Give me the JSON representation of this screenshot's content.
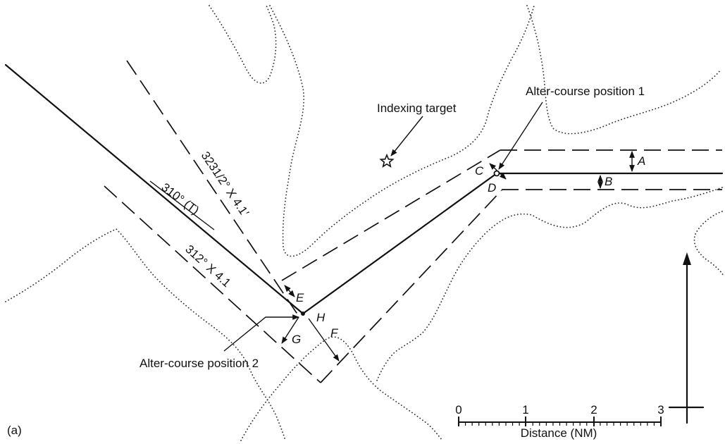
{
  "panel_label": "(a)",
  "labels": {
    "alter_course_1": "Alter-course position 1",
    "alter_course_2": "Alter-course position 2",
    "indexing_target": "Indexing target"
  },
  "course_labels": {
    "track_dashed": "3231/2° X 4.1′",
    "track_lower": "312° X 4.1",
    "true_course": "310° (T)"
  },
  "distance_letters": {
    "A": "A",
    "B": "B",
    "C": "C",
    "D": "D",
    "E": "E",
    "F": "F",
    "G": "G",
    "H": "H"
  },
  "scale_bar": {
    "title": "Distance (NM)",
    "ticks": [
      "0",
      "1",
      "2",
      "3"
    ]
  },
  "icons": {
    "target": "star-icon",
    "north": "north-arrow-icon"
  }
}
